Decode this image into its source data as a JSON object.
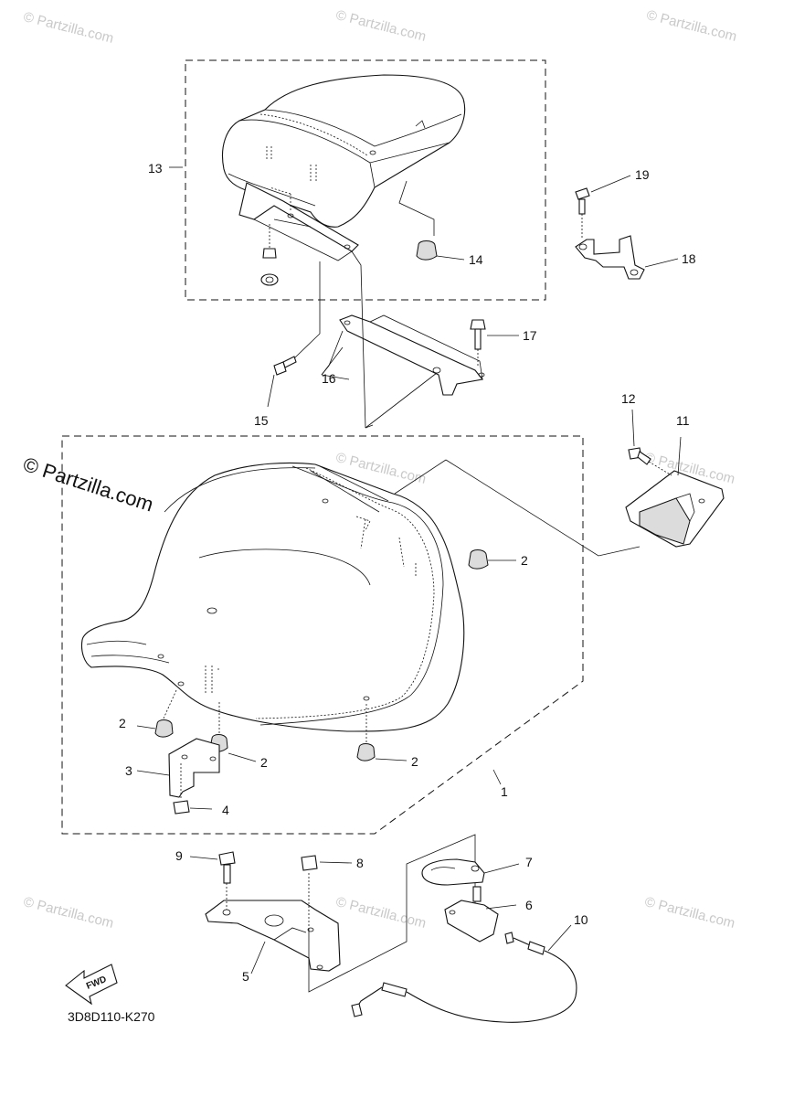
{
  "watermarks": {
    "small": "© Partzilla.com",
    "large": "© Partzilla.com"
  },
  "diagram_code": "3D8D110-K270",
  "fwd_label": "FWD",
  "callouts": {
    "c1": "1",
    "c2a": "2",
    "c2b": "2",
    "c2c": "2",
    "c2d": "2",
    "c3": "3",
    "c4": "4",
    "c5": "5",
    "c6": "6",
    "c7": "7",
    "c8": "8",
    "c9": "9",
    "c10": "10",
    "c11": "11",
    "c12": "12",
    "c13": "13",
    "c14": "14",
    "c15": "15",
    "c16": "16",
    "c17": "17",
    "c18": "18",
    "c19": "19"
  }
}
